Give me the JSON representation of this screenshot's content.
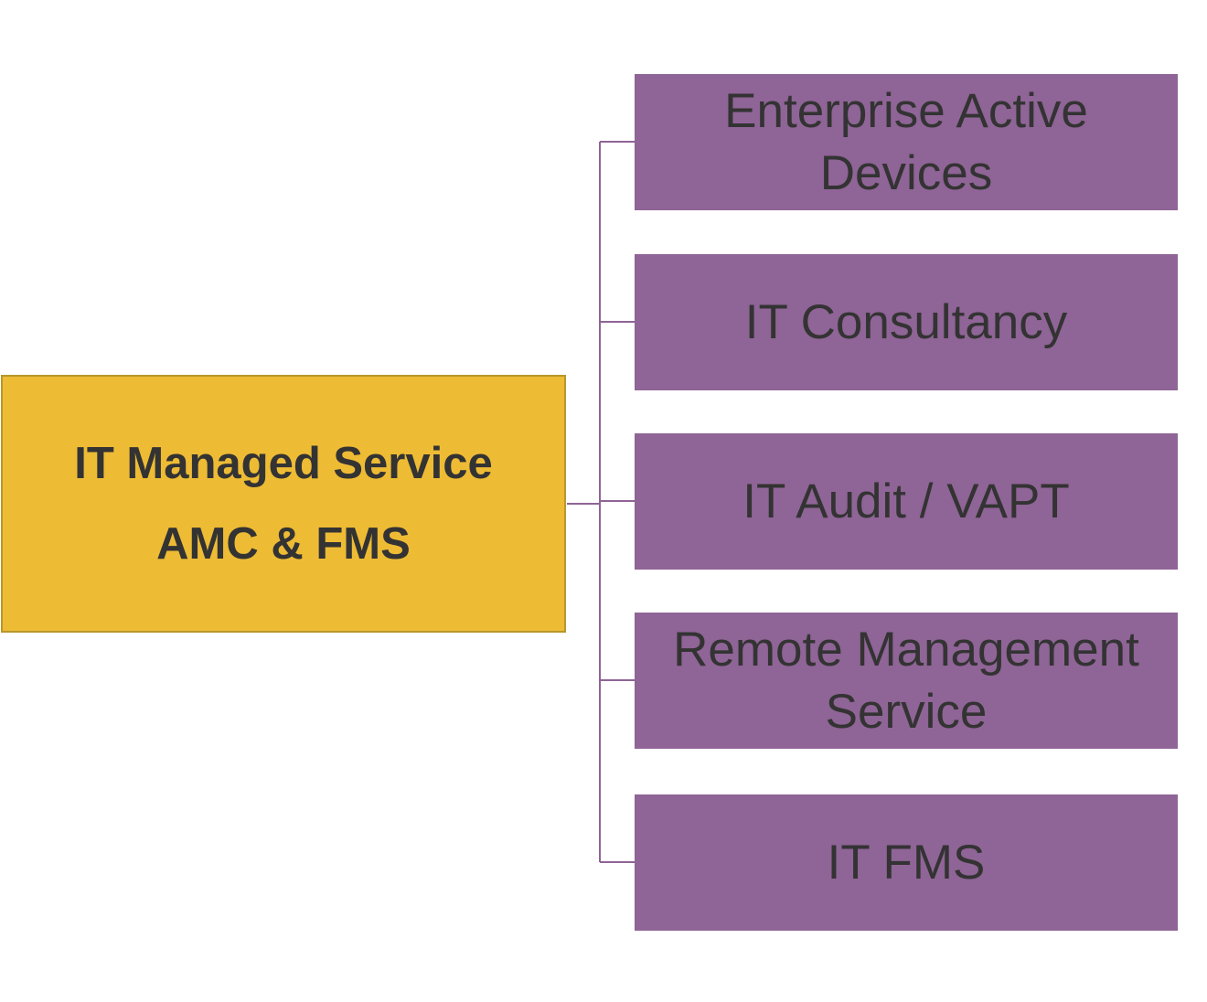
{
  "colors": {
    "root_fill": "#EEBB34",
    "child_fill": "#8F6496",
    "connector": "#8F6496",
    "text": "#333333"
  },
  "root": {
    "line1": "IT Managed Service",
    "line2": "AMC & FMS"
  },
  "children": [
    {
      "label": "Enterprise Active Devices"
    },
    {
      "label": "IT Consultancy"
    },
    {
      "label": "IT Audit / VAPT"
    },
    {
      "label": "Remote Management Service"
    },
    {
      "label": "IT FMS"
    }
  ]
}
